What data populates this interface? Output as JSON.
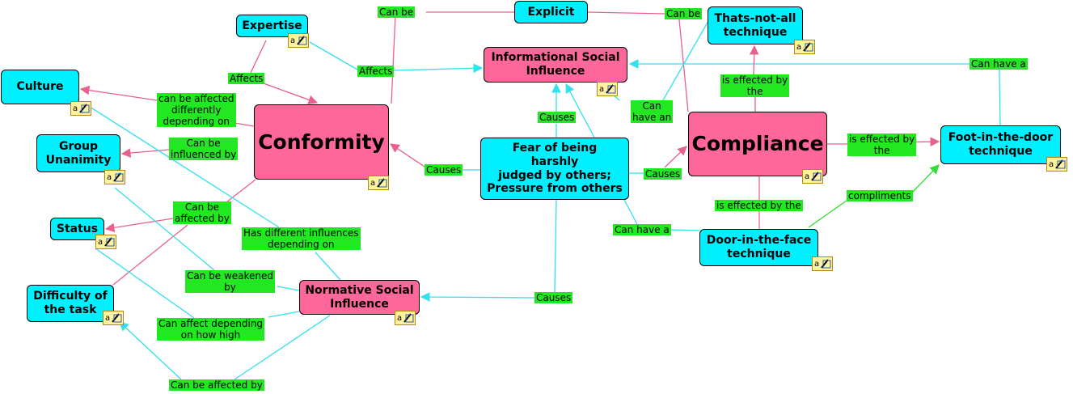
{
  "nodes": [
    {
      "id": "explicit",
      "text": "Explicit",
      "color": "cyan"
    },
    {
      "id": "expertise",
      "text": "Expertise",
      "color": "cyan"
    },
    {
      "id": "thats-not-all",
      "text": "Thats-not-all\ntechnique",
      "color": "cyan"
    },
    {
      "id": "informational",
      "text": "Informational Social\nInfluence",
      "color": "pink"
    },
    {
      "id": "culture",
      "text": "Culture",
      "color": "cyan"
    },
    {
      "id": "conformity",
      "text": "Conformity",
      "color": "pink"
    },
    {
      "id": "fear",
      "text": "Fear of being\nharshly\njudged by others;\nPressure from others",
      "color": "cyan"
    },
    {
      "id": "compliance",
      "text": "Compliance",
      "color": "pink"
    },
    {
      "id": "foot-in-door",
      "text": "Foot-in-the-door\ntechnique",
      "color": "cyan"
    },
    {
      "id": "group-unanimity",
      "text": "Group\nUnanimity",
      "color": "cyan"
    },
    {
      "id": "status",
      "text": "Status",
      "color": "cyan"
    },
    {
      "id": "door-in-face",
      "text": "Door-in-the-face\ntechnique",
      "color": "cyan"
    },
    {
      "id": "difficulty",
      "text": "Difficulty of\nthe task",
      "color": "cyan"
    },
    {
      "id": "normative",
      "text": "Normative Social\nInfluence",
      "color": "pink"
    }
  ],
  "labels": [
    {
      "id": "can-be-left",
      "text": "Can be"
    },
    {
      "id": "can-be-right",
      "text": "Can be"
    },
    {
      "id": "affects-1",
      "text": "Affects"
    },
    {
      "id": "affects-2",
      "text": "Affects"
    },
    {
      "id": "can-have-a-top",
      "text": "Can have a"
    },
    {
      "id": "is-effected-by-the-1",
      "text": "is effected by\nthe"
    },
    {
      "id": "can-be-affected-differently",
      "text": "can be affected\ndifferently\ndepending on"
    },
    {
      "id": "causes-1",
      "text": "Causes"
    },
    {
      "id": "can-have-an",
      "text": "Can\nhave an"
    },
    {
      "id": "is-effected-by-the-2",
      "text": "is effected by\nthe"
    },
    {
      "id": "can-be-influenced-by",
      "text": "Can be\ninfluenced by"
    },
    {
      "id": "causes-2",
      "text": "Causes"
    },
    {
      "id": "causes-3",
      "text": "Causes"
    },
    {
      "id": "compliments",
      "text": "compliments"
    },
    {
      "id": "is-effected-by-the-3",
      "text": "is effected by the"
    },
    {
      "id": "can-be-affected-by-1",
      "text": "Can be\naffected by"
    },
    {
      "id": "can-have-a-bottom",
      "text": "Can have a"
    },
    {
      "id": "has-different-influences",
      "text": "Has different influences\ndepending on"
    },
    {
      "id": "can-be-weakened-by",
      "text": "Can be weakened\nby"
    },
    {
      "id": "causes-4",
      "text": "Causes"
    },
    {
      "id": "can-affect-depending",
      "text": "Can affect depending\non how high"
    },
    {
      "id": "can-be-affected-by-2",
      "text": "Can be affected by"
    }
  ],
  "colors": {
    "cyan_node": "#00f0ff",
    "pink_node": "#ff6699",
    "label_bg": "#22e822",
    "cyan_line": "#33e0ee",
    "pink_line": "#e8608c",
    "green_line": "#33dd33"
  }
}
